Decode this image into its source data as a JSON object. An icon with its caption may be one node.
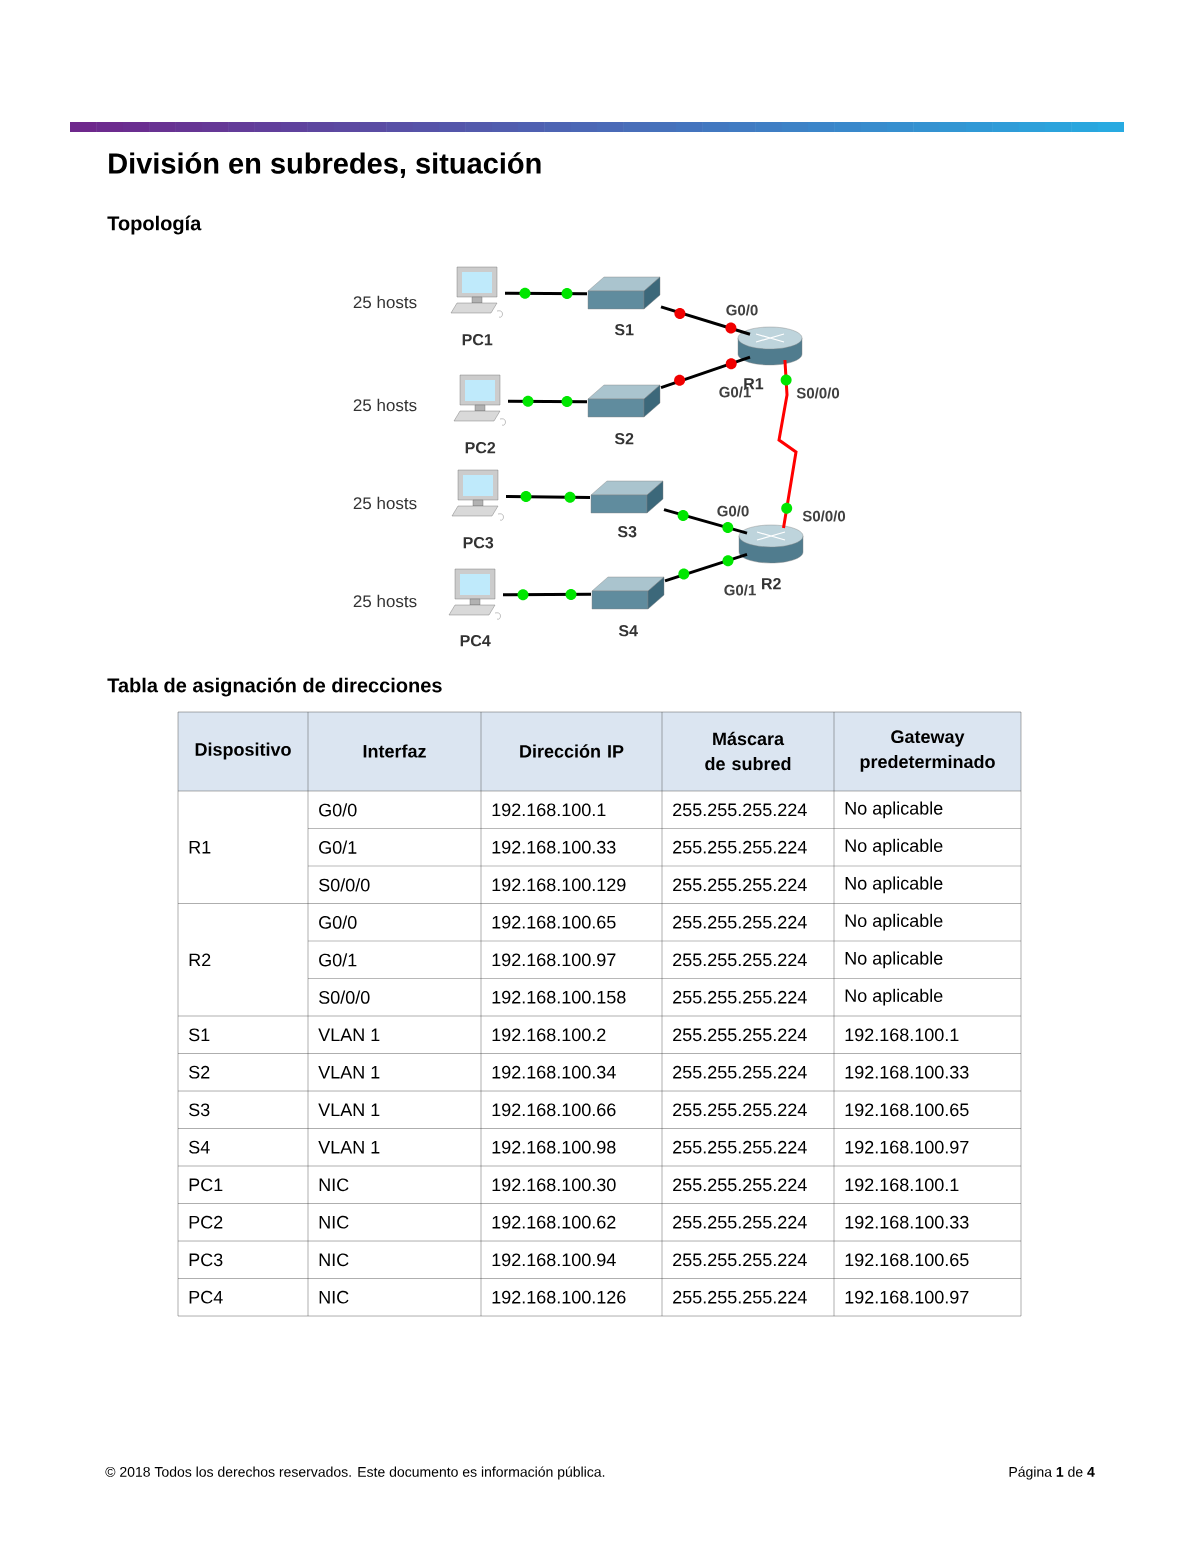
{
  "diagram": {
    "title": "División en subredes, situación",
    "nodes": [
      {
        "text": [
          "PC1"
        ],
        "beside": [
          "25 hosts"
        ]
      },
      {
        "text": [
          "PC2"
        ],
        "beside": [
          "25 hosts"
        ]
      },
      {
        "text": [
          "PC3"
        ],
        "beside": [
          "25 hosts"
        ]
      },
      {
        "text": [
          "PC4"
        ],
        "beside": [
          "25 hosts"
        ]
      },
      {
        "text": [
          "S1"
        ]
      },
      {
        "text": [
          "S2"
        ]
      },
      {
        "text": [
          "S3"
        ]
      },
      {
        "text": [
          "S4"
        ]
      },
      {
        "text": [
          "R1"
        ]
      },
      {
        "text": [
          "R2"
        ]
      }
    ],
    "edges": [
      {
        "from": 0,
        "to": 4,
        "arrow": "none"
      },
      {
        "from": 4,
        "to": 8,
        "arrow": "none"
      },
      {
        "from": 1,
        "to": 5,
        "arrow": "none"
      },
      {
        "from": 5,
        "to": 8,
        "arrow": "none"
      },
      {
        "from": 8,
        "to": 9,
        "arrow": "none",
        "color": "#ff0000"
      },
      {
        "from": 2,
        "to": 6,
        "arrow": "none"
      },
      {
        "from": 6,
        "to": 9,
        "arrow": "none"
      },
      {
        "from": 3,
        "to": 7,
        "arrow": "none"
      },
      {
        "from": 7,
        "to": 9,
        "arrow": "none"
      }
    ],
    "labels": [
      "Topología",
      "G0/0",
      "G0/1",
      "S0/0/0",
      "G0/0",
      "S0/0/0",
      "G0/1",
      "Tabla de asignación de direcciones",
      "Dispositivo",
      "Interfaz",
      "Dirección IP",
      "Máscara de subred",
      "Gateway predeterminado",
      "R1",
      "G0/0",
      "192.168.100.1",
      "255.255.255.224",
      "No aplicable",
      "G0/1",
      "192.168.100.33",
      "255.255.255.224",
      "No aplicable",
      "S0/0/0",
      "192.168.100.129",
      "255.255.255.224",
      "No aplicable",
      "R2",
      "G0/0",
      "192.168.100.65",
      "255.255.255.224",
      "No aplicable",
      "G0/1",
      "192.168.100.97",
      "255.255.255.224",
      "No aplicable",
      "S0/0/0",
      "192.168.100.158",
      "255.255.255.224",
      "No aplicable",
      "S1",
      "VLAN 1",
      "192.168.100.2",
      "255.255.255.224",
      "192.168.100.1",
      "S2",
      "VLAN 1",
      "192.168.100.34",
      "255.255.255.224",
      "192.168.100.33",
      "S3",
      "VLAN 1",
      "192.168.100.66",
      "255.255.255.224",
      "192.168.100.65",
      "S4",
      "VLAN 1",
      "192.168.100.98",
      "255.255.255.224",
      "192.168.100.97",
      "PC1",
      "NIC",
      "192.168.100.30",
      "255.255.255.224",
      "192.168.100.1",
      "PC2",
      "NIC",
      "192.168.100.62",
      "255.255.255.224",
      "192.168.100.33",
      "PC3",
      "NIC",
      "192.168.100.94",
      "255.255.255.224",
      "192.168.100.65",
      "PC4",
      "NIC",
      "192.168.100.126",
      "255.255.255.224",
      "192.168.100.97",
      "© 2018 Todos los derechos reservados. Este documento es información pública.",
      "Página **1** de **4**"
    ]
  }
}
